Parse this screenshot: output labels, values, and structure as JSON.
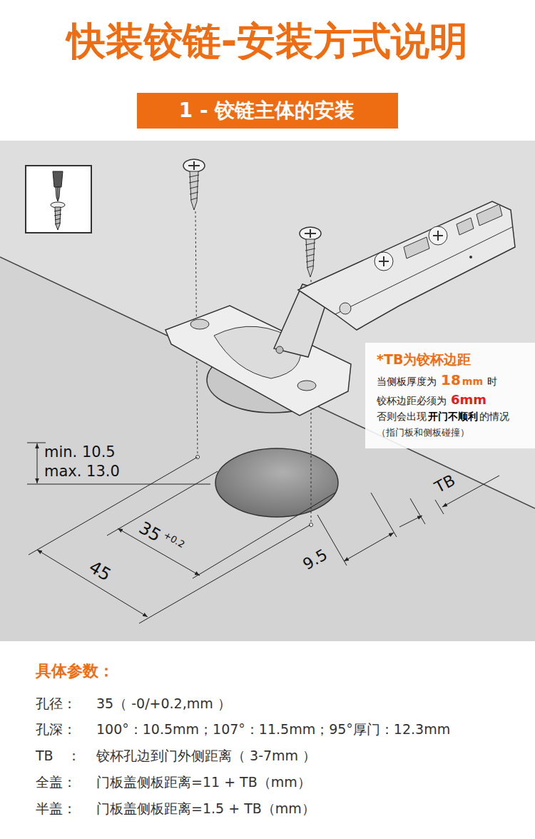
{
  "diagram": {
    "title": "快装铰链-安装方式说明",
    "nodes": [
      {
        "text": [
          "1 - 铰链主体的安装"
        ]
      },
      {
        "text": [
          "*TB为铰杯边距",
          "当侧板厚度为",
          "18",
          "mm",
          "时",
          "铰杯边距必须为",
          "6mm",
          "否则会出现",
          "开门不顺利",
          "的情况",
          "（指门板和侧板碰撞）"
        ]
      }
    ],
    "labels": [
      "min. 10.5",
      "max. 13.0",
      "35",
      "+0.2",
      "45",
      "9.5",
      "TB",
      "具体参数：",
      "孔径：",
      "35（ -0/+0.2,mm ）",
      "孔深：",
      "100°：10.5mm；107°：11.5mm；95°厚门：12.3mm",
      "TB　：",
      "铰杯孔边到门外侧距离（ 3-7mm ）",
      "全盖：",
      "门板盖侧板距离=11 + TB（mm）",
      "半盖：",
      "门板盖侧板距离=1.5 + TB（mm）"
    ]
  }
}
